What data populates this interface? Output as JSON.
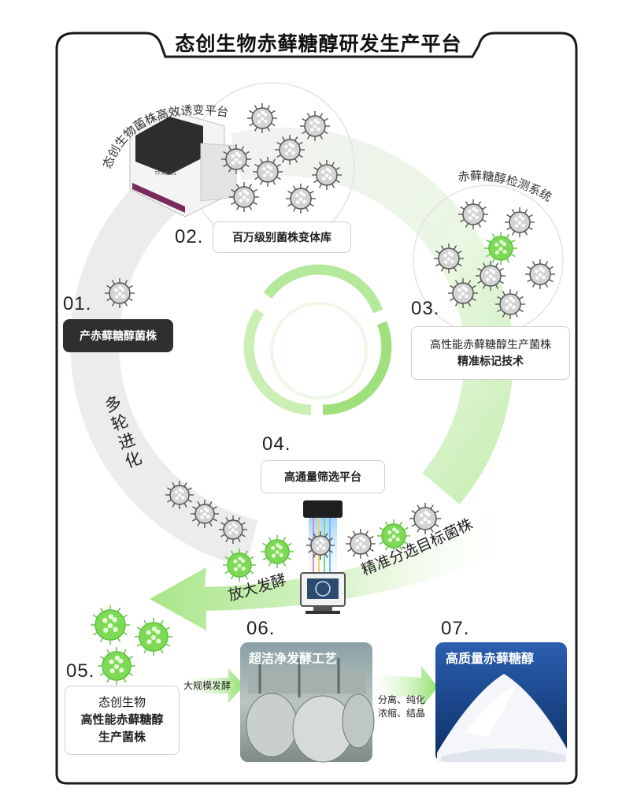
{
  "title": "态创生物赤藓糖醇研发生产平台",
  "mutagenesis_platform_label": "态创生物菌株高效诱变平台",
  "machine_text": "TFXS-01",
  "detection_label": "赤藓糖醇检测系统",
  "evolution_label": "多轮进化",
  "target_label": "精准分选目标菌株",
  "ferment_label": "放大发酵",
  "steps": {
    "s01": {
      "num": "01.",
      "text": "产赤藓糖醇菌株"
    },
    "s02": {
      "num": "02.",
      "text": "百万级别菌株变体库"
    },
    "s03": {
      "num": "03.",
      "line1": "高性能赤藓糖醇生产菌株",
      "line2": "精准标记技术"
    },
    "s04": {
      "num": "04.",
      "text": "高通量筛选平台"
    },
    "s05": {
      "num": "05.",
      "line1": "态创生物",
      "line2": "高性能赤藓糖醇",
      "line3": "生产菌株"
    },
    "s06": {
      "num": "06.",
      "text": "超洁净发酵工艺"
    },
    "s07": {
      "num": "07.",
      "text": "高质量赤藓糖醇"
    }
  },
  "arrow_large_scale": "大规模发酵",
  "arrow_separate_1": "分离、纯化",
  "arrow_separate_2": "浓缩、结晶",
  "colors": {
    "green": "#7ed957",
    "dark_green": "#5cc13a",
    "gray_cell": "#cfcfcf",
    "dark_box": "#2f2f2f"
  }
}
